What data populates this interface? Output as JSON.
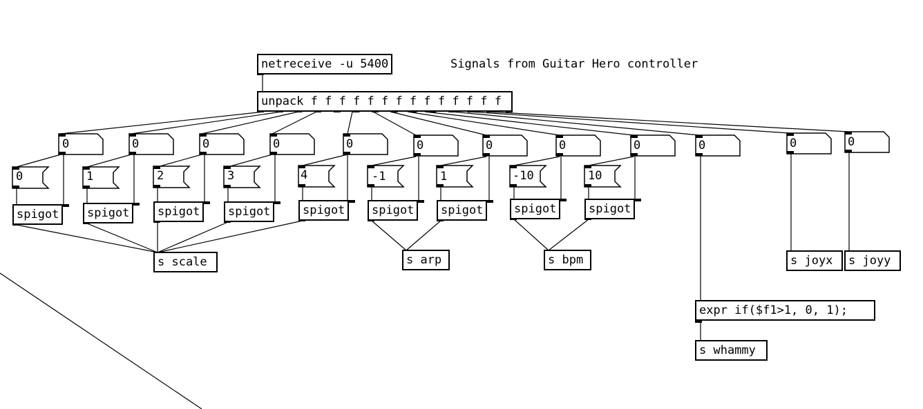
{
  "patch": {
    "comment": "Signals from Guitar Hero controller",
    "netreceive": "netreceive -u 5400",
    "unpack": "unpack f f f f f f f f f f f f f f",
    "number_boxes": [
      "0",
      "0",
      "0",
      "0",
      "0",
      "0",
      "0",
      "0",
      "0",
      "0",
      "0",
      "0"
    ],
    "messages": [
      "0",
      "1",
      "2",
      "3",
      "4",
      "-1",
      "1",
      "-10",
      "10"
    ],
    "spigot_label": "spigot",
    "send_scale": "s scale",
    "send_arp": "s arp",
    "send_bpm": "s bpm",
    "send_joyx": "s joyx",
    "send_joyy": "s joyy",
    "expr": "expr if($f1>1, 0, 1);",
    "send_whammy": "s whammy"
  }
}
